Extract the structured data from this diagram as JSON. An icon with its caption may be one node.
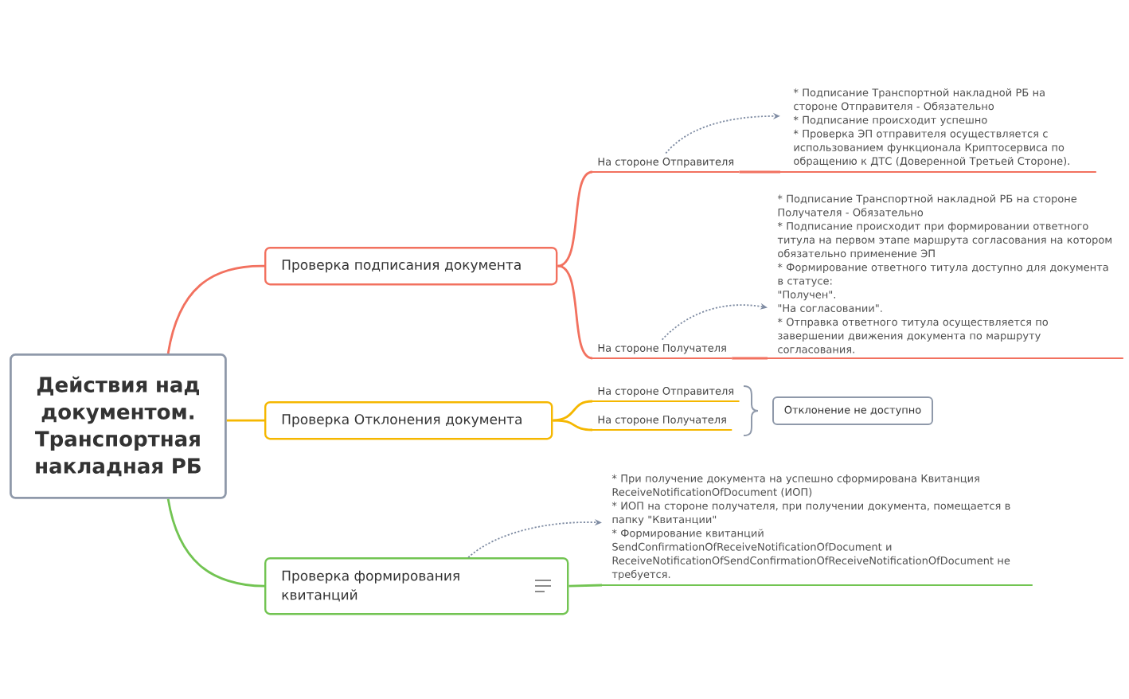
{
  "diagram": {
    "nodes": [
      {
        "text": [
          "Действия над документом. Транспортная накладная РБ"
        ]
      },
      {
        "text": [
          "Проверка подписания документа"
        ]
      },
      {
        "text": [
          "На стороне Отправителя"
        ]
      },
      {
        "text": [
          "* Подписание Транспортной накладной РБ на стороне Отправителя - Обязательно",
          "* Подписание происходит успешно",
          "* Проверка ЭП отправителя осуществляется с использованием функционала Криптосервиса по обращению к ДТС (Доверенной Третьей Стороне)."
        ]
      },
      {
        "text": [
          "На стороне Получателя"
        ]
      },
      {
        "text": [
          "* Подписание Транспортной накладной РБ на стороне Получателя - Обязательно",
          "* Подписание происходит при формировании ответного титула на первом этапе маршрута согласования на котором обязательно применение ЭП",
          "* Формирование ответного титула доступно для документа в статусе:",
          "\"Получен\".",
          "\"На согласовании\".",
          "* Отправка ответного титула осуществляется по завершении движения документа по маршруту согласования."
        ]
      },
      {
        "text": [
          "Проверка Отклонения документа"
        ]
      },
      {
        "text": [
          "На стороне Отправителя"
        ]
      },
      {
        "text": [
          "На стороне Получателя"
        ]
      },
      {
        "text": [
          "Отклонение не доступно"
        ]
      },
      {
        "text": [
          "Проверка формирования квитанций"
        ]
      },
      {
        "text": [
          "* При получение документа на успешно сформирована Квитанция ReceiveNotificationOfDocument (ИОП)",
          "* ИОП на стороне получателя, при получении документа, помещается в папку \"Квитанции\"",
          "* Формирование квитанций SendConfirmationOfReceiveNotificationOfDocument и ReceiveNotificationOfSendConfirmationOfReceiveNotificationOfDocument не требуется."
        ]
      }
    ],
    "edges": [
      {
        "from": 0,
        "to": 1,
        "arrow": "none",
        "color": "#f2715f"
      },
      {
        "from": 0,
        "to": 6,
        "arrow": "none",
        "color": "#f5b700"
      },
      {
        "from": 0,
        "to": 10,
        "arrow": "none",
        "color": "#72c452"
      },
      {
        "from": 1,
        "to": 2,
        "arrow": "none",
        "color": "#f2715f"
      },
      {
        "from": 1,
        "to": 4,
        "arrow": "none",
        "color": "#f2715f"
      },
      {
        "from": 2,
        "to": 3,
        "arrow": "none",
        "color": "#f2715f"
      },
      {
        "from": 2,
        "to": 3,
        "arrow": "to",
        "style": "dashed",
        "color": "#7f8ca3"
      },
      {
        "from": 4,
        "to": 5,
        "arrow": "none",
        "color": "#f2715f"
      },
      {
        "from": 4,
        "to": 5,
        "arrow": "to",
        "style": "dashed",
        "color": "#7f8ca3"
      },
      {
        "from": 6,
        "to": 7,
        "arrow": "none",
        "color": "#f5b700"
      },
      {
        "from": 6,
        "to": 8,
        "arrow": "none",
        "color": "#f5b700"
      },
      {
        "from": 10,
        "to": 11,
        "arrow": "none",
        "color": "#72c452"
      },
      {
        "from": 10,
        "to": 11,
        "arrow": "to",
        "style": "dashed",
        "color": "#7f8ca3"
      }
    ]
  }
}
